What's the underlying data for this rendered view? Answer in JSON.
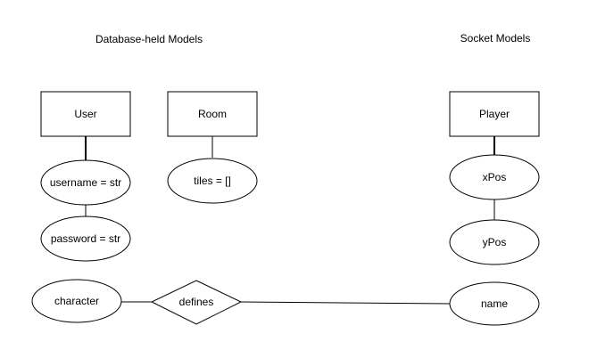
{
  "headings": {
    "database_models": "Database-held Models",
    "socket_models": "Socket Models"
  },
  "entities": {
    "user": "User",
    "room": "Room",
    "player": "Player"
  },
  "attributes": {
    "username": "username = str",
    "password": "password = str",
    "tiles": "tiles = []",
    "xpos": "xPos",
    "ypos": "yPos",
    "name": "name",
    "character": "character"
  },
  "relationships": {
    "defines": "defines"
  }
}
